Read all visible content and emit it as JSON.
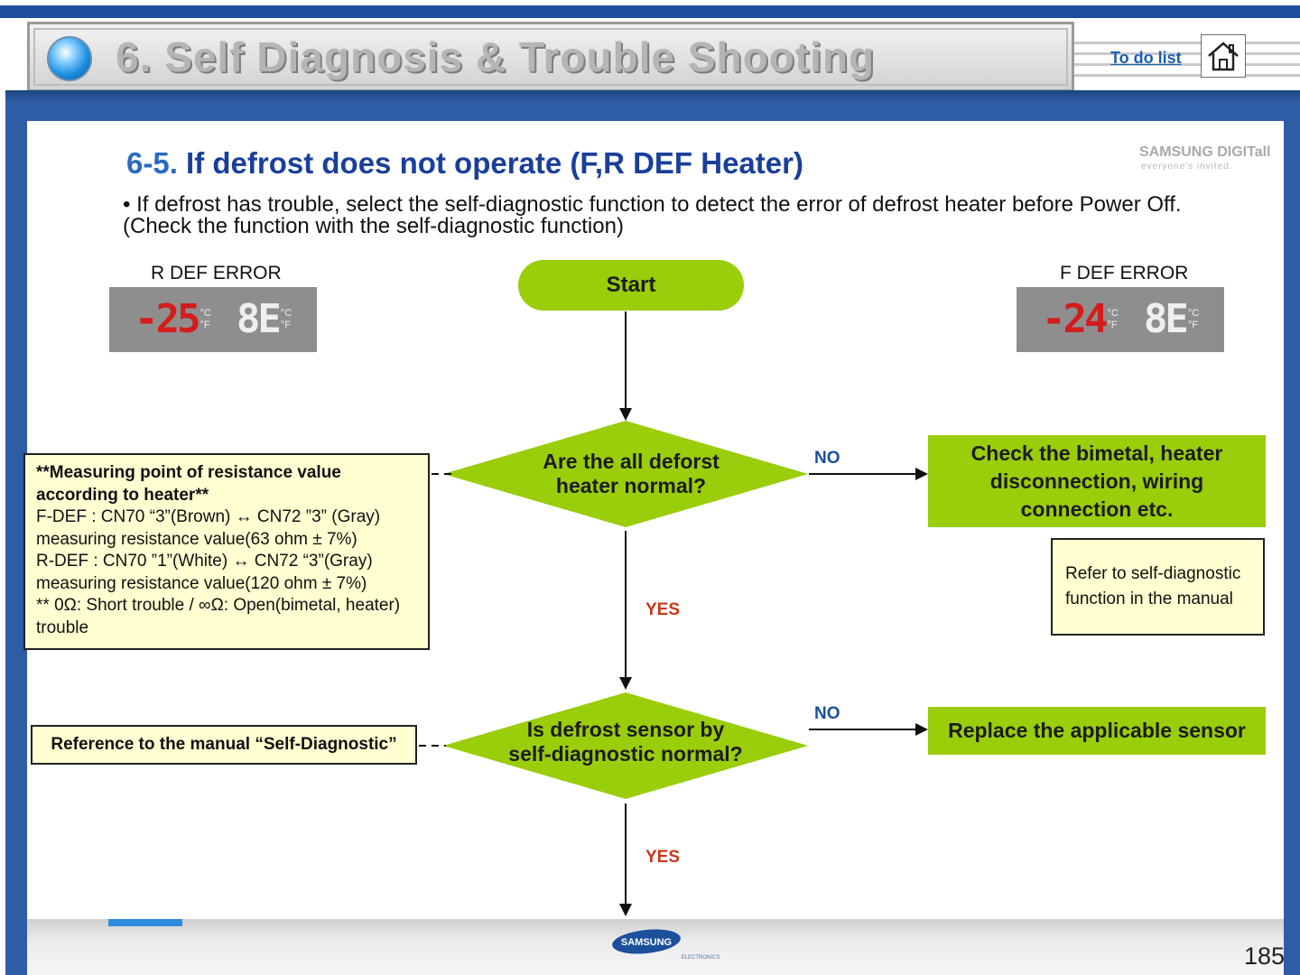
{
  "header": {
    "title": "6. Self Diagnosis & Trouble Shooting",
    "todo_link": "To do list",
    "home_icon": "home-icon"
  },
  "section": {
    "number": "6-5.",
    "title": "If defrost does not operate (F,R DEF Heater)",
    "intro": "• If defrost has trouble, select the self-diagnostic function to detect the error of defrost heater before Power Off. (Check the function with the self-diagnostic function)"
  },
  "brand": {
    "name": "SAMSUNG DIGITall",
    "tagline": "everyone's invited."
  },
  "errors": {
    "r_def": {
      "label": "R DEF ERROR",
      "left": "-25",
      "right": "8E",
      "unit_c": "°C",
      "unit_f": "°F"
    },
    "f_def": {
      "label": "F DEF ERROR",
      "left": "-24",
      "right": "8E",
      "unit_c": "°C",
      "unit_f": "°F"
    }
  },
  "flow": {
    "start": "Start",
    "decision1": {
      "line1": "Are the all deforst",
      "line2": "heater normal?"
    },
    "decision2": {
      "line1": "Is defrost sensor by",
      "line2": "self-diagnostic normal?"
    },
    "action1": {
      "line1": "Check the bimetal, heater",
      "line2": "disconnection, wiring",
      "line3": "connection etc."
    },
    "action2": "Replace the applicable sensor",
    "no_label": "NO",
    "yes_label": "YES",
    "colors": {
      "node": "#9acd0a",
      "note": "#ffffd2",
      "no": "#1a4fa0",
      "yes": "#c8361a"
    }
  },
  "notes": {
    "measure": {
      "heading1": "**Measuring point of resistance value",
      "heading2": "according to heater**",
      "f_def": "F-DEF : CN70 “3”(Brown) ↔ CN72 ”3” (Gray)",
      "f_val": "measuring resistance value(63 ohm ± 7%)",
      "r_def": "R-DEF : CN70 ”1”(White) ↔ CN72 “3”(Gray)",
      "r_val": "measuring resistance value(120 ohm ± 7%)",
      "short": "** 0Ω: Short trouble / ∞Ω: Open(bimetal, heater)",
      "short2": "trouble"
    },
    "refer": {
      "line1": "Refer to self-diagnostic",
      "line2": "function in the manual"
    },
    "ref_manual": "Reference to the manual “Self-Diagnostic”"
  },
  "footer": {
    "logo_text": "SAMSUNG",
    "logo_sub": "ELECTRONICS",
    "page": "185"
  }
}
